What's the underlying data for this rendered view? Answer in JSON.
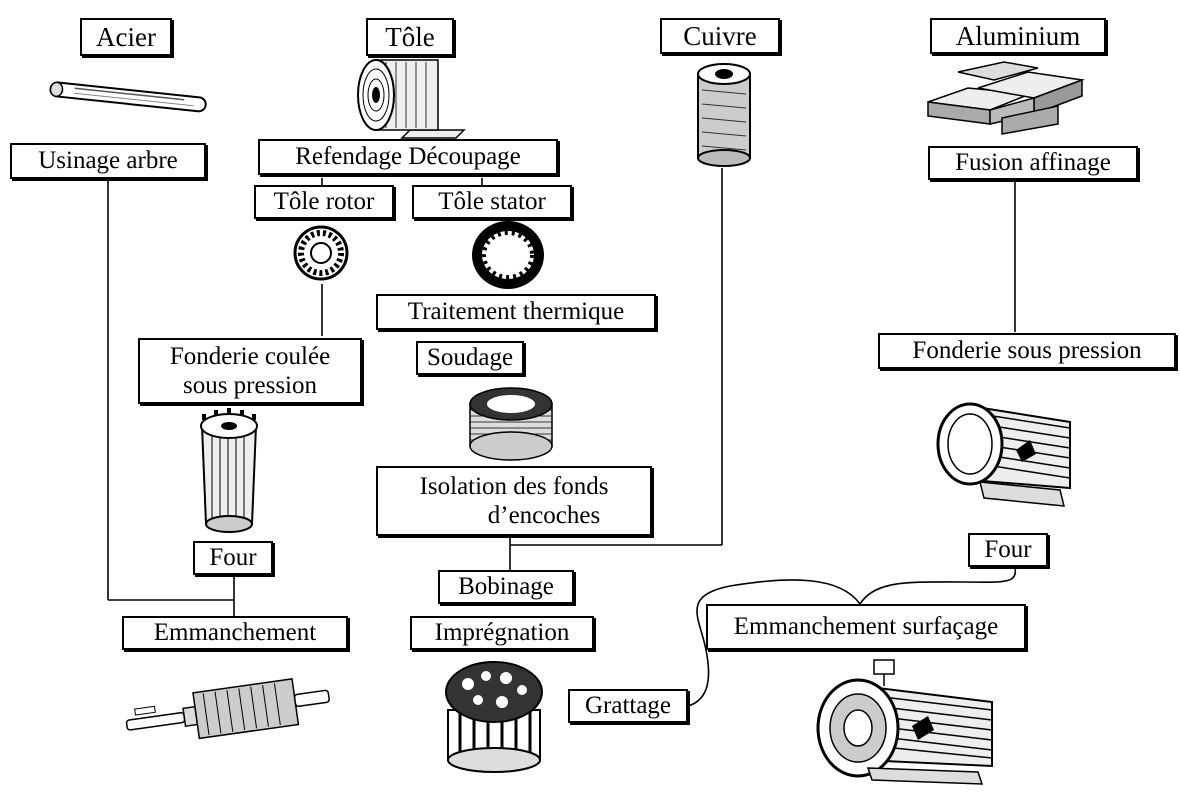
{
  "materials": {
    "steel": "Acier",
    "sheet": "Tôle",
    "copper": "Cuivre",
    "aluminium": "Aluminium"
  },
  "steps": {
    "shaft_machining": "Usinage arbre",
    "slitting_cutting": "Refendage Découpage",
    "rotor_sheet": "Tôle rotor",
    "stator_sheet": "Tôle stator",
    "heat_treatment": "Traitement thermique",
    "die_casting_line1": "Fonderie coulée",
    "die_casting_line2": "sous pression",
    "welding": "Soudage",
    "slot_insulation_line1": "Isolation des fonds",
    "slot_insulation_line2": "d’encoches",
    "oven_rotor": "Four",
    "oven_frame": "Four",
    "press_fit": "Emmanchement",
    "winding": "Bobinage",
    "impregnation": "Imprégnation",
    "scraping": "Grattage",
    "melting_refining": "Fusion affinage",
    "pressure_die_casting": "Fonderie sous pression",
    "press_fit_facing": "Emmanchement surfaçage"
  },
  "icons": {
    "steel_bar": "steel-bar-icon",
    "sheet_roll": "sheet-roll-icon",
    "copper_coil": "copper-coil-icon",
    "aluminium_ingots": "aluminium-ingots-icon",
    "rotor_lamination": "rotor-lamination-icon",
    "stator_lamination": "stator-lamination-icon",
    "stator_stack": "stator-stack-icon",
    "rotor_cage": "rotor-cage-icon",
    "rotor_assembly": "rotor-assembly-icon",
    "wound_stator": "wound-stator-icon",
    "motor_frame": "motor-frame-icon",
    "assembled_motor": "assembled-motor-icon"
  }
}
